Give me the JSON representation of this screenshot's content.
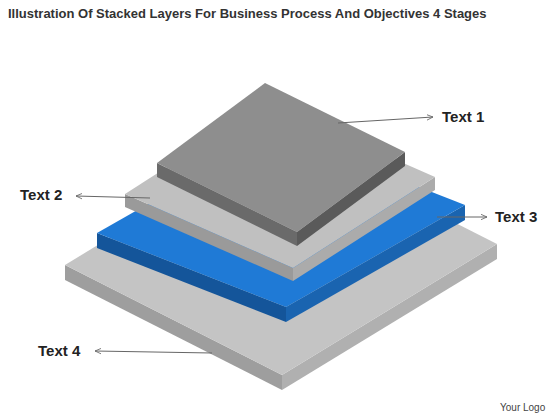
{
  "diagram": {
    "title": "Illustration Of Stacked Layers For Business Process And Objectives 4 Stages",
    "labels": [
      "Text 1",
      "Text 2",
      "Text 3",
      "Text 4",
      "Your Logo"
    ]
  }
}
